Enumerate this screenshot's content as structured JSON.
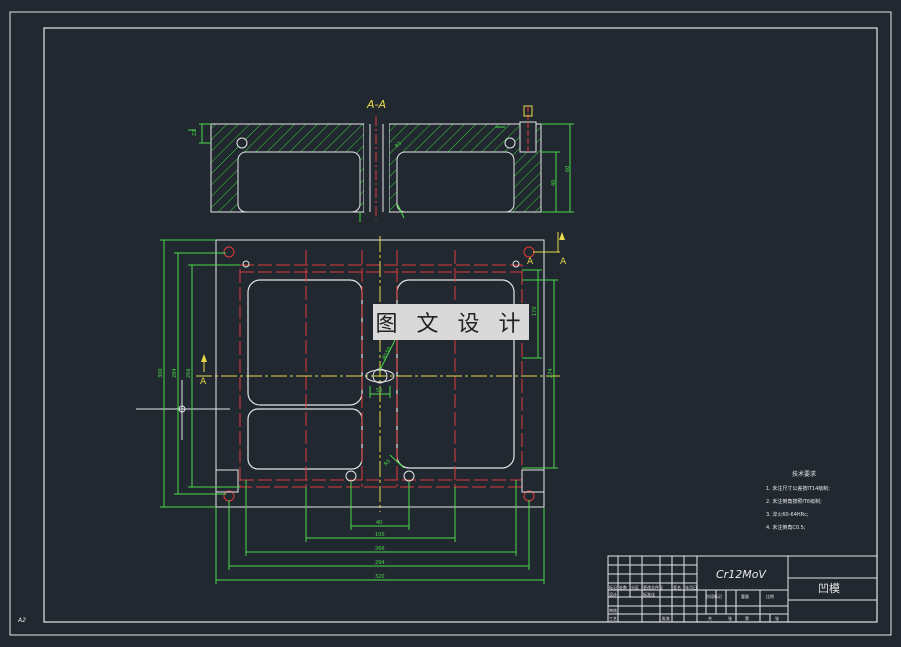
{
  "section_label": "A-A",
  "cut_marker": "A",
  "watermark": "图 文 设 计",
  "sheet_size": "A2",
  "material": "Cr12MoV",
  "part_name": "凹模",
  "tech_requirements": {
    "title": "技术要求",
    "items": [
      "1. 未注尺寸公差按IT14级制;",
      "2. 未注倒角按照IT6级制;",
      "3. 淬火60-64HRc;",
      "4. 未注倒角C0.5;"
    ]
  },
  "dimensions": {
    "bottom": [
      "40",
      "100",
      "266",
      "294",
      "320"
    ],
    "left": [
      "300",
      "284",
      "266"
    ],
    "right": [
      "274",
      "170"
    ],
    "section_right": [
      "40",
      "60"
    ],
    "section_left": "22",
    "radius_a": "R5",
    "radius_b": "R5",
    "center_dim": "50",
    "diag": "Ø150"
  },
  "title_block": {
    "row1": [
      "标记",
      "处数",
      "分区",
      "更改文件号",
      "签名",
      "年月日"
    ],
    "row2": [
      "设计",
      "",
      "标准化",
      "",
      "阶段标记",
      "重量",
      "比例"
    ],
    "row3": [
      "审核",
      "",
      "",
      ""
    ],
    "row4": [
      "工艺",
      "",
      "批准",
      "",
      "共",
      "张",
      "第",
      "张"
    ]
  }
}
